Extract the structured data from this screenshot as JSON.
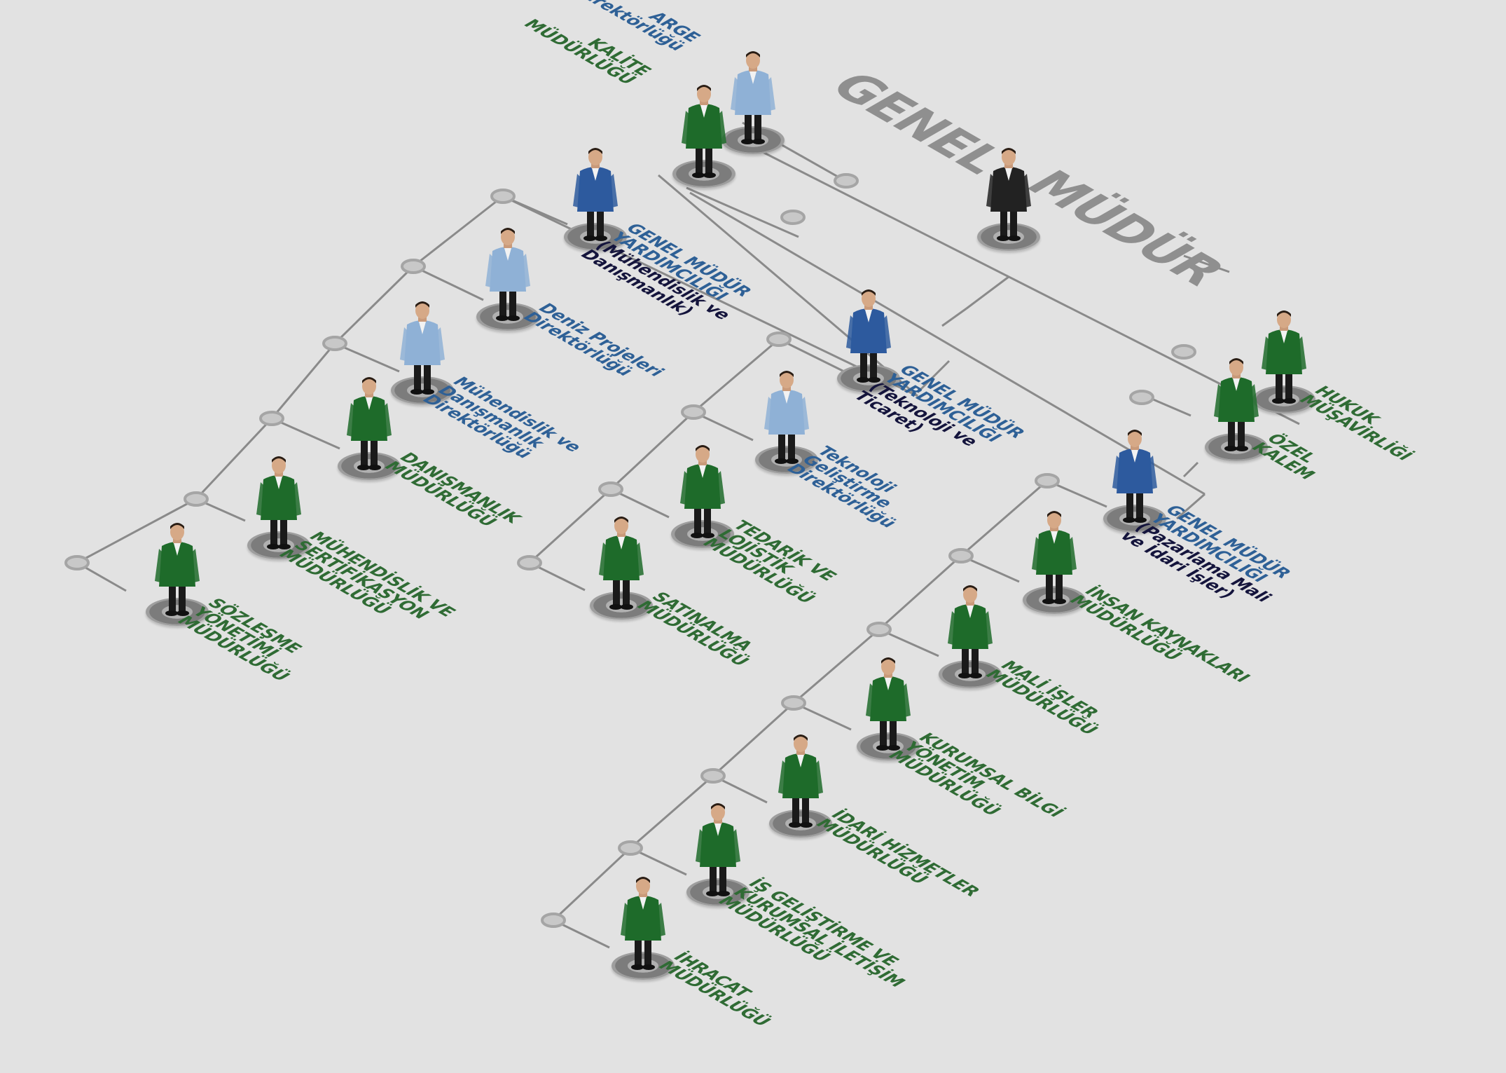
{
  "title": {
    "word1": "GENEL",
    "word2": "MÜDÜR"
  },
  "colors": {
    "background": "#e2e2e2",
    "green_text": "#2f6b34",
    "blue_text": "#2e6096",
    "dark_text": "#14143c",
    "green_suit": "#1e6b2a",
    "dark_blue_suit": "#2d5a9e",
    "light_blue_suit": "#8fb1d6",
    "black_suit": "#222222",
    "connector": "#8a8a8a"
  },
  "nodes": {
    "genel_mudur": {
      "suit": "black",
      "text": ""
    },
    "arge": {
      "suit": "lightblue",
      "text": "ARGE\nDirektörlüğü"
    },
    "kalite": {
      "suit": "green",
      "text": "KALİTE\nMÜDÜRLÜĞÜ"
    },
    "gmy_muh": {
      "suit": "blue",
      "text": "GENEL MÜDÜR\nYARDIMCILIĞI",
      "sub": "(Mühendislik ve\nDanışmanlık)"
    },
    "deniz": {
      "suit": "lightblue",
      "text": "Deniz Projeleri\nDirektörlüğü"
    },
    "muh_dir": {
      "suit": "lightblue",
      "text": "Mühendislik ve\nDanışmanlık\nDirektörlüğü"
    },
    "danismanlik": {
      "suit": "green",
      "text": "DANIŞMANLIK\nMÜDÜRLÜĞÜ"
    },
    "muh_sert": {
      "suit": "green",
      "text": "MÜHENDİSLİK VE\nSERTİFİKASYON\nMÜDÜRLÜĞÜ"
    },
    "sozlesme": {
      "suit": "green",
      "text": "SÖZLEŞME\nYÖNETİMİ\nMÜDÜRLÜĞÜ"
    },
    "gmy_tek": {
      "suit": "blue",
      "text": "GENEL MÜDÜR\nYARDIMCILIĞI",
      "sub": "(Teknoloji ve\nTicaret)"
    },
    "tek_gel": {
      "suit": "lightblue",
      "text": "Teknoloji\nGeliştirme\nDirektörlüğü"
    },
    "tedarik": {
      "suit": "green",
      "text": "TEDARİK VE\nLOJİSTİK\nMÜDÜRLÜĞÜ"
    },
    "satinalma": {
      "suit": "green",
      "text": "SATINALMA\nMÜDÜRLÜĞÜ"
    },
    "hukuk": {
      "suit": "green",
      "text": "HUKUK\nMÜŞAVİRLİĞİ"
    },
    "ozel_kalem": {
      "suit": "green",
      "text": "ÖZEL\nKALEM"
    },
    "gmy_paz": {
      "suit": "blue",
      "text": "GENEL MÜDÜR\nYARDIMCILIĞI",
      "sub": "(Pazarlama Mali\nve İdari İşler)"
    },
    "insan": {
      "suit": "green",
      "text": "İNSAN KAYNAKLARI\nMÜDÜRLÜĞÜ"
    },
    "mali": {
      "suit": "green",
      "text": "MALİ İŞLER\nMÜDÜRLÜĞÜ"
    },
    "kurumsal": {
      "suit": "green",
      "text": "KURUMSAL BİLGİ\nYÖNETİM\nMÜDÜRLÜĞÜ"
    },
    "idari": {
      "suit": "green",
      "text": "İDARİ HİZMETLER\nMÜDÜRLÜĞÜ"
    },
    "is_gel": {
      "suit": "green",
      "text": "İŞ GELİŞTİRME VE\nKURUMSAL İLETİŞİM\nMÜDÜRLÜĞÜ"
    },
    "ihracat": {
      "suit": "green",
      "text": "İHRACAT\nMÜDÜRLÜĞÜ"
    }
  }
}
